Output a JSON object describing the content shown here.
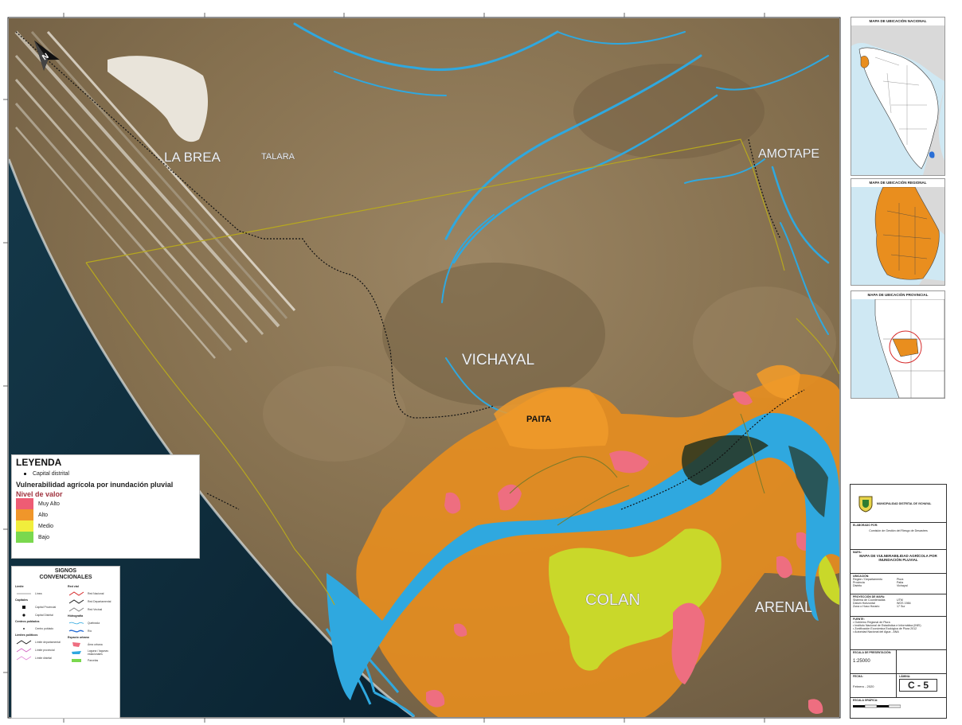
{
  "map": {
    "places": {
      "la_brea": "LA BREA",
      "talara": "TALARA",
      "amotape": "AMOTAPE",
      "vichayal": "VICHAYAL",
      "paita": "PAITA",
      "colan": "COLAN",
      "arenal": "ARENAL"
    },
    "colors": {
      "sea": "#0c2a3a",
      "desert": "#8a7354",
      "river": "#2fa8df",
      "muy_alto": "#ee5c74",
      "alto": "#e98e1e",
      "medio": "#c9d82a",
      "bajo": "#6ed44a",
      "boundary": "#b7a81e"
    }
  },
  "legend": {
    "title": "LEYENDA",
    "capital": "Capital distrital",
    "subtitle": "Vulnerabilidad agrícola por inundación pluvial",
    "level_title": "Nivel de valor",
    "levels": [
      {
        "label": "Muy Alto",
        "color": "#ee5c74"
      },
      {
        "label": "Alto",
        "color": "#f0962a"
      },
      {
        "label": "Medio",
        "color": "#f1ee3c"
      },
      {
        "label": "Bajo",
        "color": "#7ad84e"
      }
    ]
  },
  "signos": {
    "title_line1": "SIGNOS",
    "title_line2": "CONVENCIONALES",
    "groups_left": [
      {
        "title": "Límite",
        "items": [
          "Línea"
        ]
      },
      {
        "title": "Capitales",
        "items": [
          "Capital Provincial",
          "Capital Distrital"
        ]
      },
      {
        "title": "Centros poblados",
        "items": [
          "Centro poblado"
        ]
      },
      {
        "title": "Límites políticos",
        "items": [
          "Límite departamental",
          "Límite provincial",
          "Límite distrital"
        ]
      }
    ],
    "groups_right": [
      {
        "title": "Red vial",
        "items": [
          "Red Nacional",
          "Red Departamental",
          "Red Vecinal"
        ]
      },
      {
        "title": "Hidrografía",
        "items": [
          "Quebrada",
          "Río"
        ]
      },
      {
        "title": "Espacio urbano",
        "items": [
          "Área urbana",
          "Laguna / lagunas estacionales",
          "Parcelas"
        ]
      }
    ]
  },
  "insets": {
    "nacional_title": "MAPA DE UBICACIÓN NACIONAL",
    "regional_title": "MAPA DE UBICACIÓN REGIONAL",
    "provincial_title": "MAPA DE UBICACIÓN PROVINCIAL"
  },
  "titleblock": {
    "institution": "MUNICIPALIDAD DISTRITAL DE VICHAYAL",
    "elaborado_label": "ELABORADO POR:",
    "elaborado_value": "Comisión de Gestión del Riesgo de Desastres",
    "mapa_label": "MAPA:",
    "mapa_title": "MAPA DE VULNERABILIDAD AGRÍCOLA POR INUNDACIÓN PLUVIAL",
    "ubicacion_label": "UBICACIÓN:",
    "ubicacion_rows": [
      [
        "Región / Departamento",
        "Piura"
      ],
      [
        "Provincia",
        "Paita"
      ],
      [
        "Distrito",
        "Vichayal"
      ]
    ],
    "proyeccion_label": "PROYECCIÓN DE MAPA:",
    "proyeccion_rows": [
      [
        "Sistema de Coordenadas",
        "UTM"
      ],
      [
        "Datum Horizontal",
        "WGS 1984"
      ],
      [
        "Zona o Huso Horario",
        "17 Sur"
      ]
    ],
    "fuente_label": "FUENTE:",
    "fuente_rows": [
      "Gobierno Regional de Piura",
      "Instituto Nacional de Estadística e Informática (INEI)",
      "Zonificación Económica Ecológica de Piura 2012",
      "Autoridad Nacional del Agua - ANA"
    ],
    "escala_label": "ESCALA DE PRESENTACIÓN:",
    "escala_value": "1:25000",
    "fecha_label": "FECHA:",
    "fecha_value": "Febrero - 2020",
    "lamina_label": "LÁMINA:",
    "lamina_value": "C - 5",
    "escala_grafica_label": "ESCALA GRÁFICA:"
  }
}
